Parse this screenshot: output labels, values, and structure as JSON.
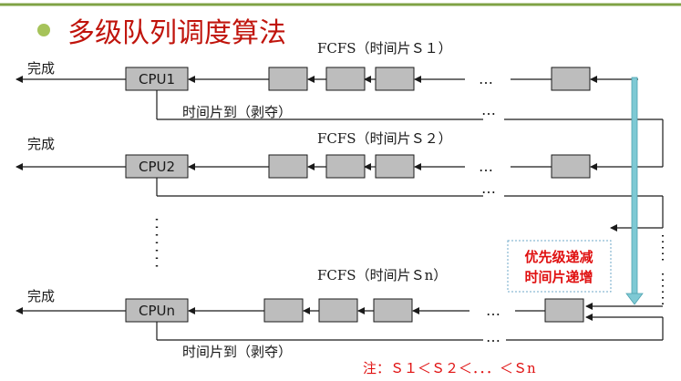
{
  "title": "多级队列调度算法",
  "colors": {
    "accent_green": "#7fa244",
    "title_red": "#c0140c",
    "note_red": "#e01010",
    "box_fill": "#bdbdbd",
    "line": "#1a1a1a",
    "arrow_cyan": "#7ec9d4"
  },
  "queues": [
    {
      "label": "FCFS（时间片Ｓ１）",
      "cpu": "CPU1",
      "done": "完成",
      "preempt": "时间片到（剥夺）"
    },
    {
      "label": "FCFS（时间片Ｓ２）",
      "cpu": "CPU2",
      "done": "完成"
    },
    {
      "label": "FCFS（时间片Ｓn）",
      "cpu": "CPUn",
      "done": "完成",
      "preempt": "时间片到（剥夺）"
    }
  ],
  "ellipsis": "…",
  "legend": {
    "line1": "优先级递减",
    "line2": "时间片递增"
  },
  "note": "注：Ｓ１＜Ｓ２＜．．．＜Ｓn"
}
